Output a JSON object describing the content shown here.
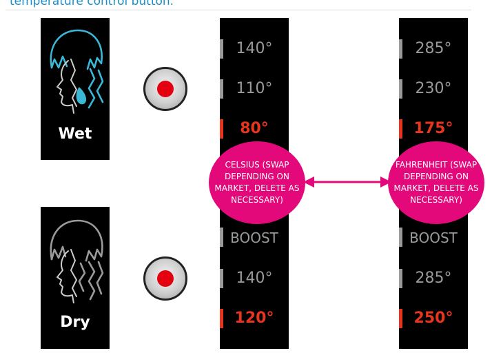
{
  "caption": "temperature control button.",
  "modes": [
    {
      "label": "Wet"
    },
    {
      "label": "Dry"
    }
  ],
  "colors": {
    "caption": "#1a8fc9",
    "wet_icon": "#3ab8d6",
    "dry_icon": "#9b9b9b",
    "hot_value": "#e8351e",
    "bubble": "#e4097a",
    "button_dot": "#e3000f"
  },
  "icons": {
    "wet": "wet-hair-head-icon",
    "dry": "dry-hair-head-icon",
    "button": "temperature-control-button-icon"
  },
  "celsius": {
    "values": [
      "140°",
      "110°",
      "80°",
      "BOOST",
      "140°",
      "120°"
    ],
    "note": "CELSIUS (SWAP DEPENDING ON MARKET, DELETE AS NECESSARY)"
  },
  "fahrenheit": {
    "values": [
      "285°",
      "230°",
      "175°",
      "BOOST",
      "285°",
      "250°"
    ],
    "note": "FAHRENHEIT (SWAP DEPENDING ON MARKET, DELETE AS NECESSARY)"
  }
}
